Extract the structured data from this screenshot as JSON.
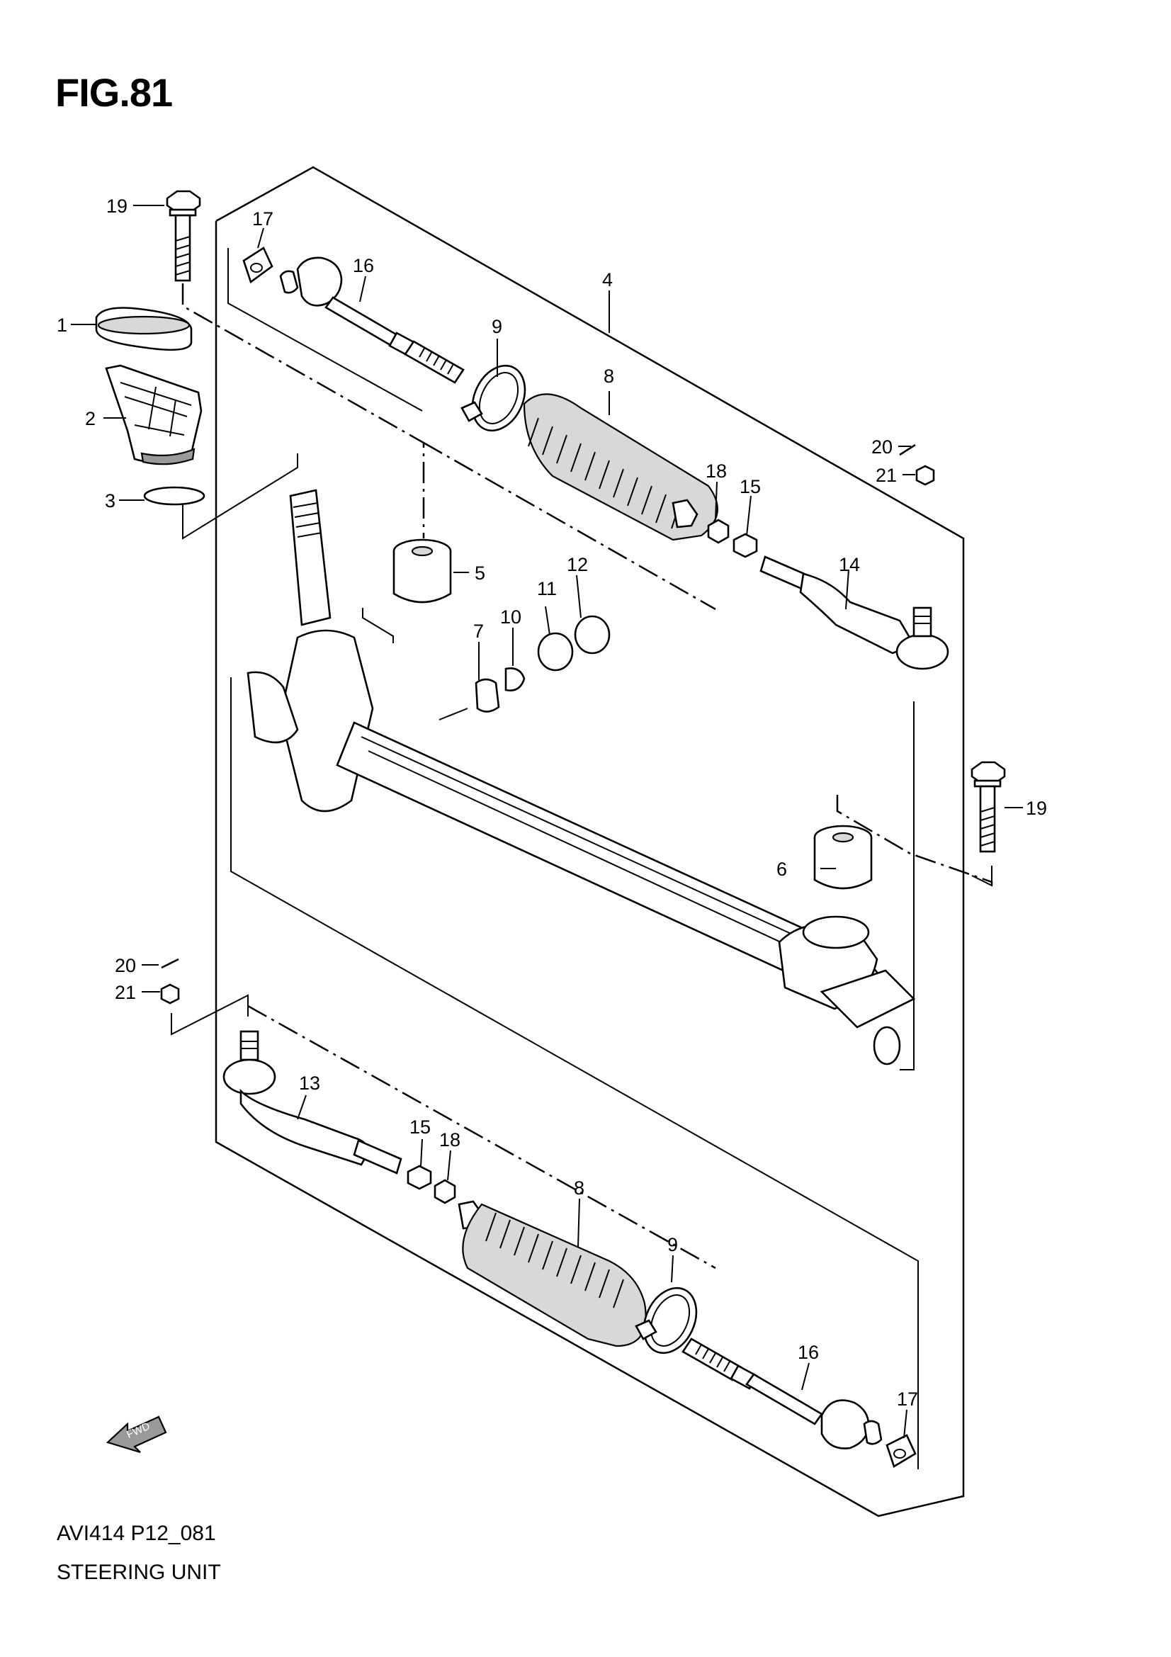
{
  "figure": {
    "title": "FIG.81"
  },
  "footer": {
    "code": "AVI414 P12_081",
    "title": "STEERING UNIT"
  },
  "fwd_badge": "FWD",
  "callouts": [
    "1",
    "2",
    "3",
    "4",
    "5",
    "6",
    "7",
    "8",
    "8",
    "9",
    "9",
    "10",
    "11",
    "12",
    "13",
    "14",
    "15",
    "15",
    "16",
    "16",
    "17",
    "17",
    "18",
    "18",
    "19",
    "19",
    "20",
    "20",
    "21",
    "21"
  ]
}
